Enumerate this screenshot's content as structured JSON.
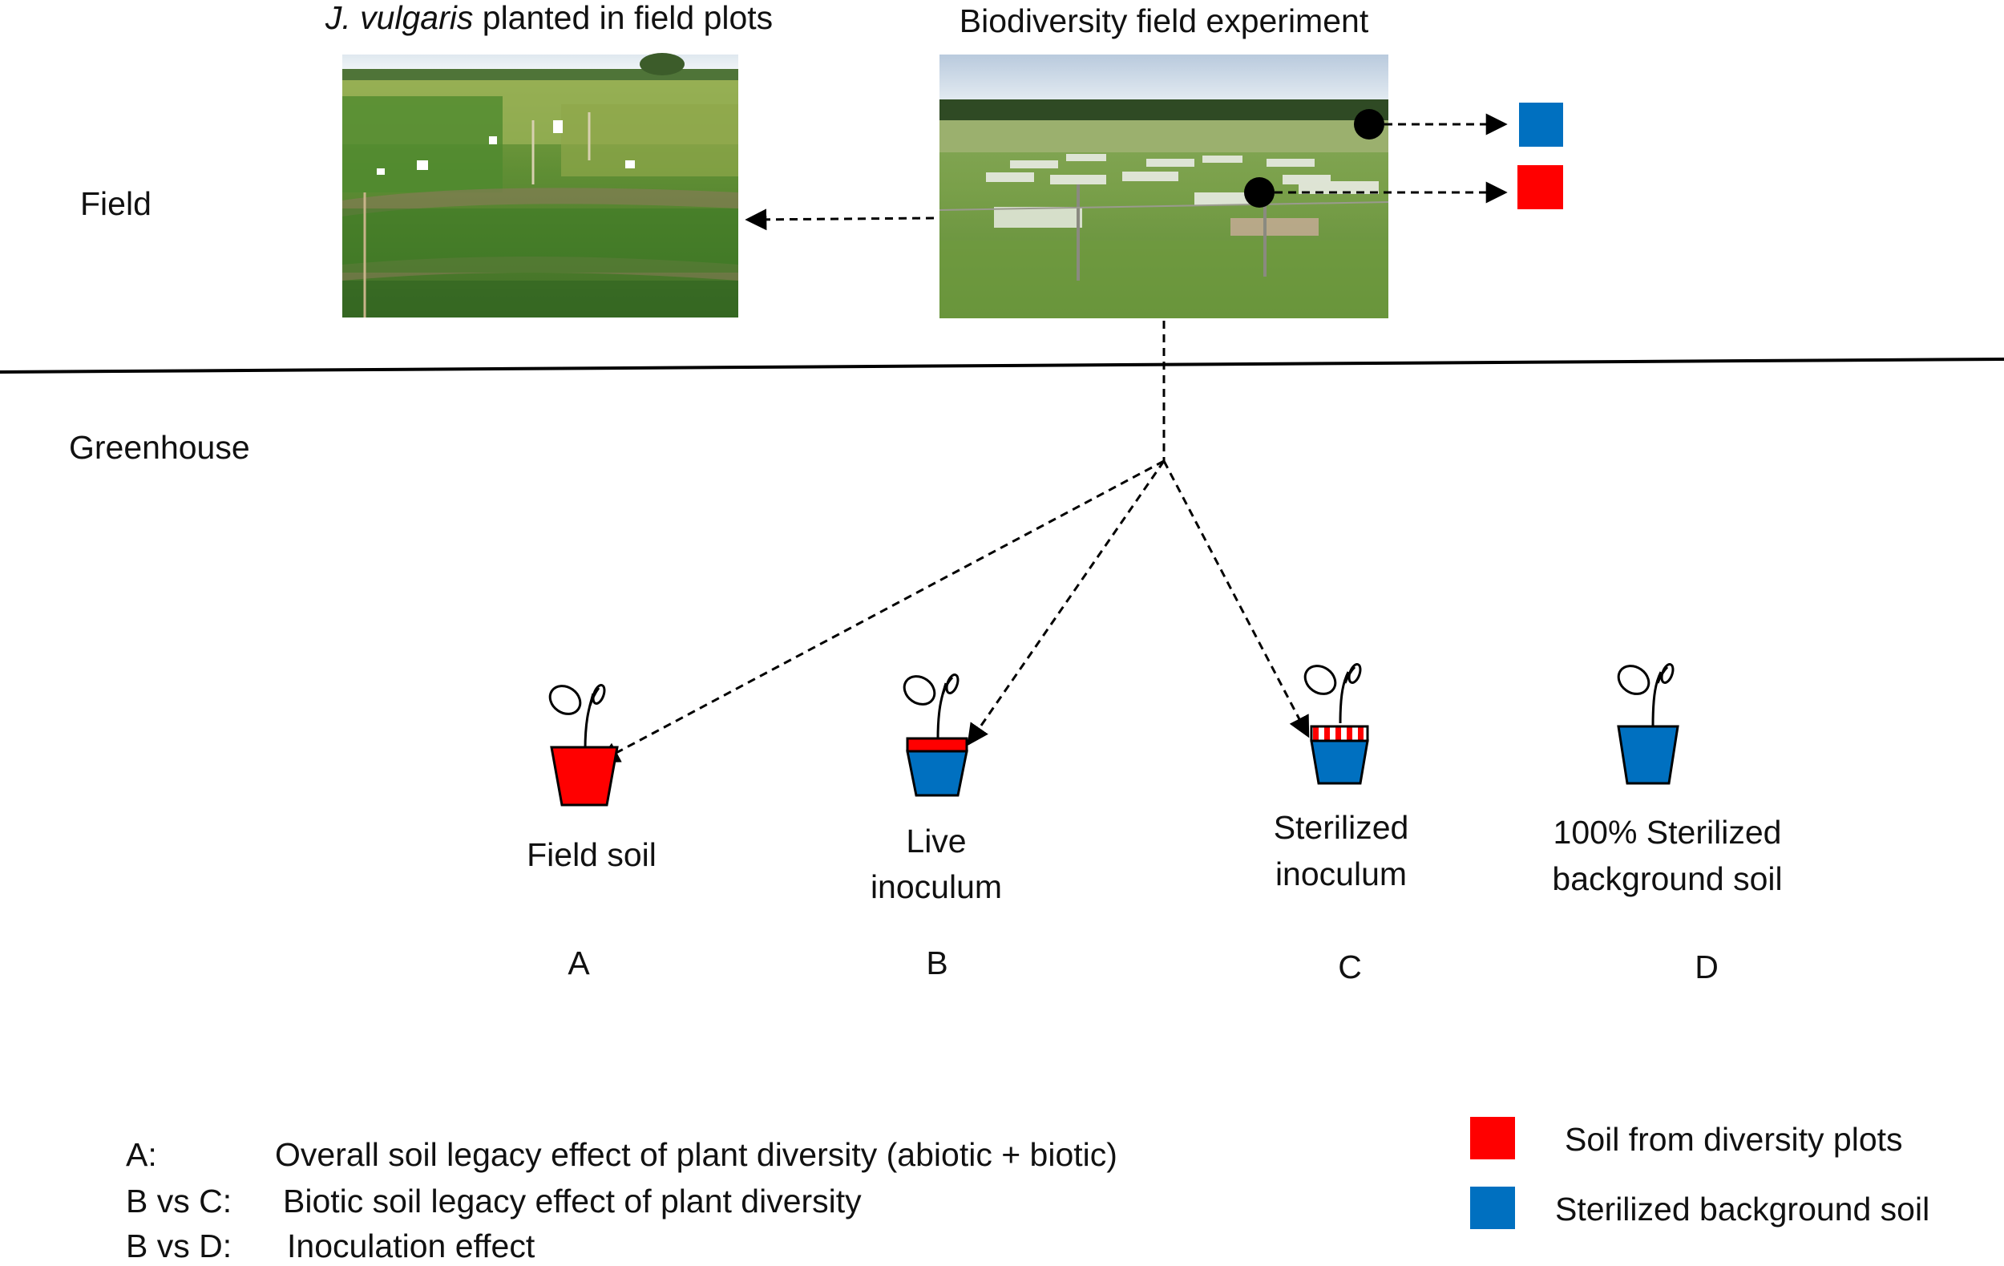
{
  "field_section": {
    "label": "Field",
    "photo_left_caption_italic": "J. vulgaris",
    "photo_left_caption_rest": " planted in field plots",
    "photo_right_caption": "Biodiversity field experiment"
  },
  "greenhouse_section": {
    "label": "Greenhouse"
  },
  "treatments": [
    {
      "letter": "A",
      "label_lines": [
        "Field soil"
      ]
    },
    {
      "letter": "B",
      "label_lines": [
        "Live",
        "inoculum"
      ]
    },
    {
      "letter": "C",
      "label_lines": [
        "Sterilized",
        "inoculum"
      ]
    },
    {
      "letter": "D",
      "label_lines": [
        "100% Sterilized",
        "background soil"
      ]
    }
  ],
  "comparisons": [
    {
      "key": "A:",
      "text": "Overall soil legacy effect of plant diversity (abiotic + biotic)"
    },
    {
      "key": "B vs C:",
      "text": "Biotic soil legacy effect of plant diversity"
    },
    {
      "key": "B vs D:",
      "text": "Inoculation effect"
    }
  ],
  "legend": [
    {
      "label": "Soil from diversity plots",
      "color": "#ff0000"
    },
    {
      "label": "Sterilized background soil",
      "color": "#0070c0"
    }
  ],
  "colors": {
    "field_soil": "#ff0000",
    "background_soil": "#0070c0",
    "line": "#000000"
  }
}
